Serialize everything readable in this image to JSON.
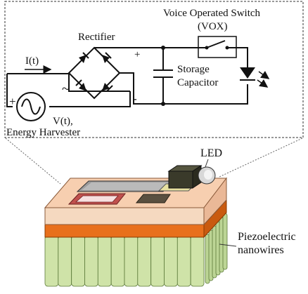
{
  "circuit": {
    "vox_label_line1": "Voice Operated Switch",
    "vox_label_line2": "(VOX)",
    "rectifier_label": "Rectifier",
    "current_label": "I(t)",
    "plus_sign": "+",
    "minus_sign": "-",
    "source_plus": "+",
    "ac_symbol": "~",
    "storage_label_line1": "Storage",
    "storage_label_line2": "Capacitor",
    "voltage_label": "V(t),",
    "harvester_label": "Energy Harvester"
  },
  "device": {
    "led_label": "LED",
    "nanowires_label_line1": "Piezoelectric",
    "nanowires_label_line2": "nanowires"
  },
  "colors": {
    "top_layer": "#f7cfb0",
    "orange_layer": "#e8701c",
    "nanowires": "#cfe3a8",
    "nanowire_stroke": "#5c7a3a",
    "chip_red": "#c0504d",
    "chip_dark": "#5a5040",
    "led_body": "#3a3a2a"
  }
}
